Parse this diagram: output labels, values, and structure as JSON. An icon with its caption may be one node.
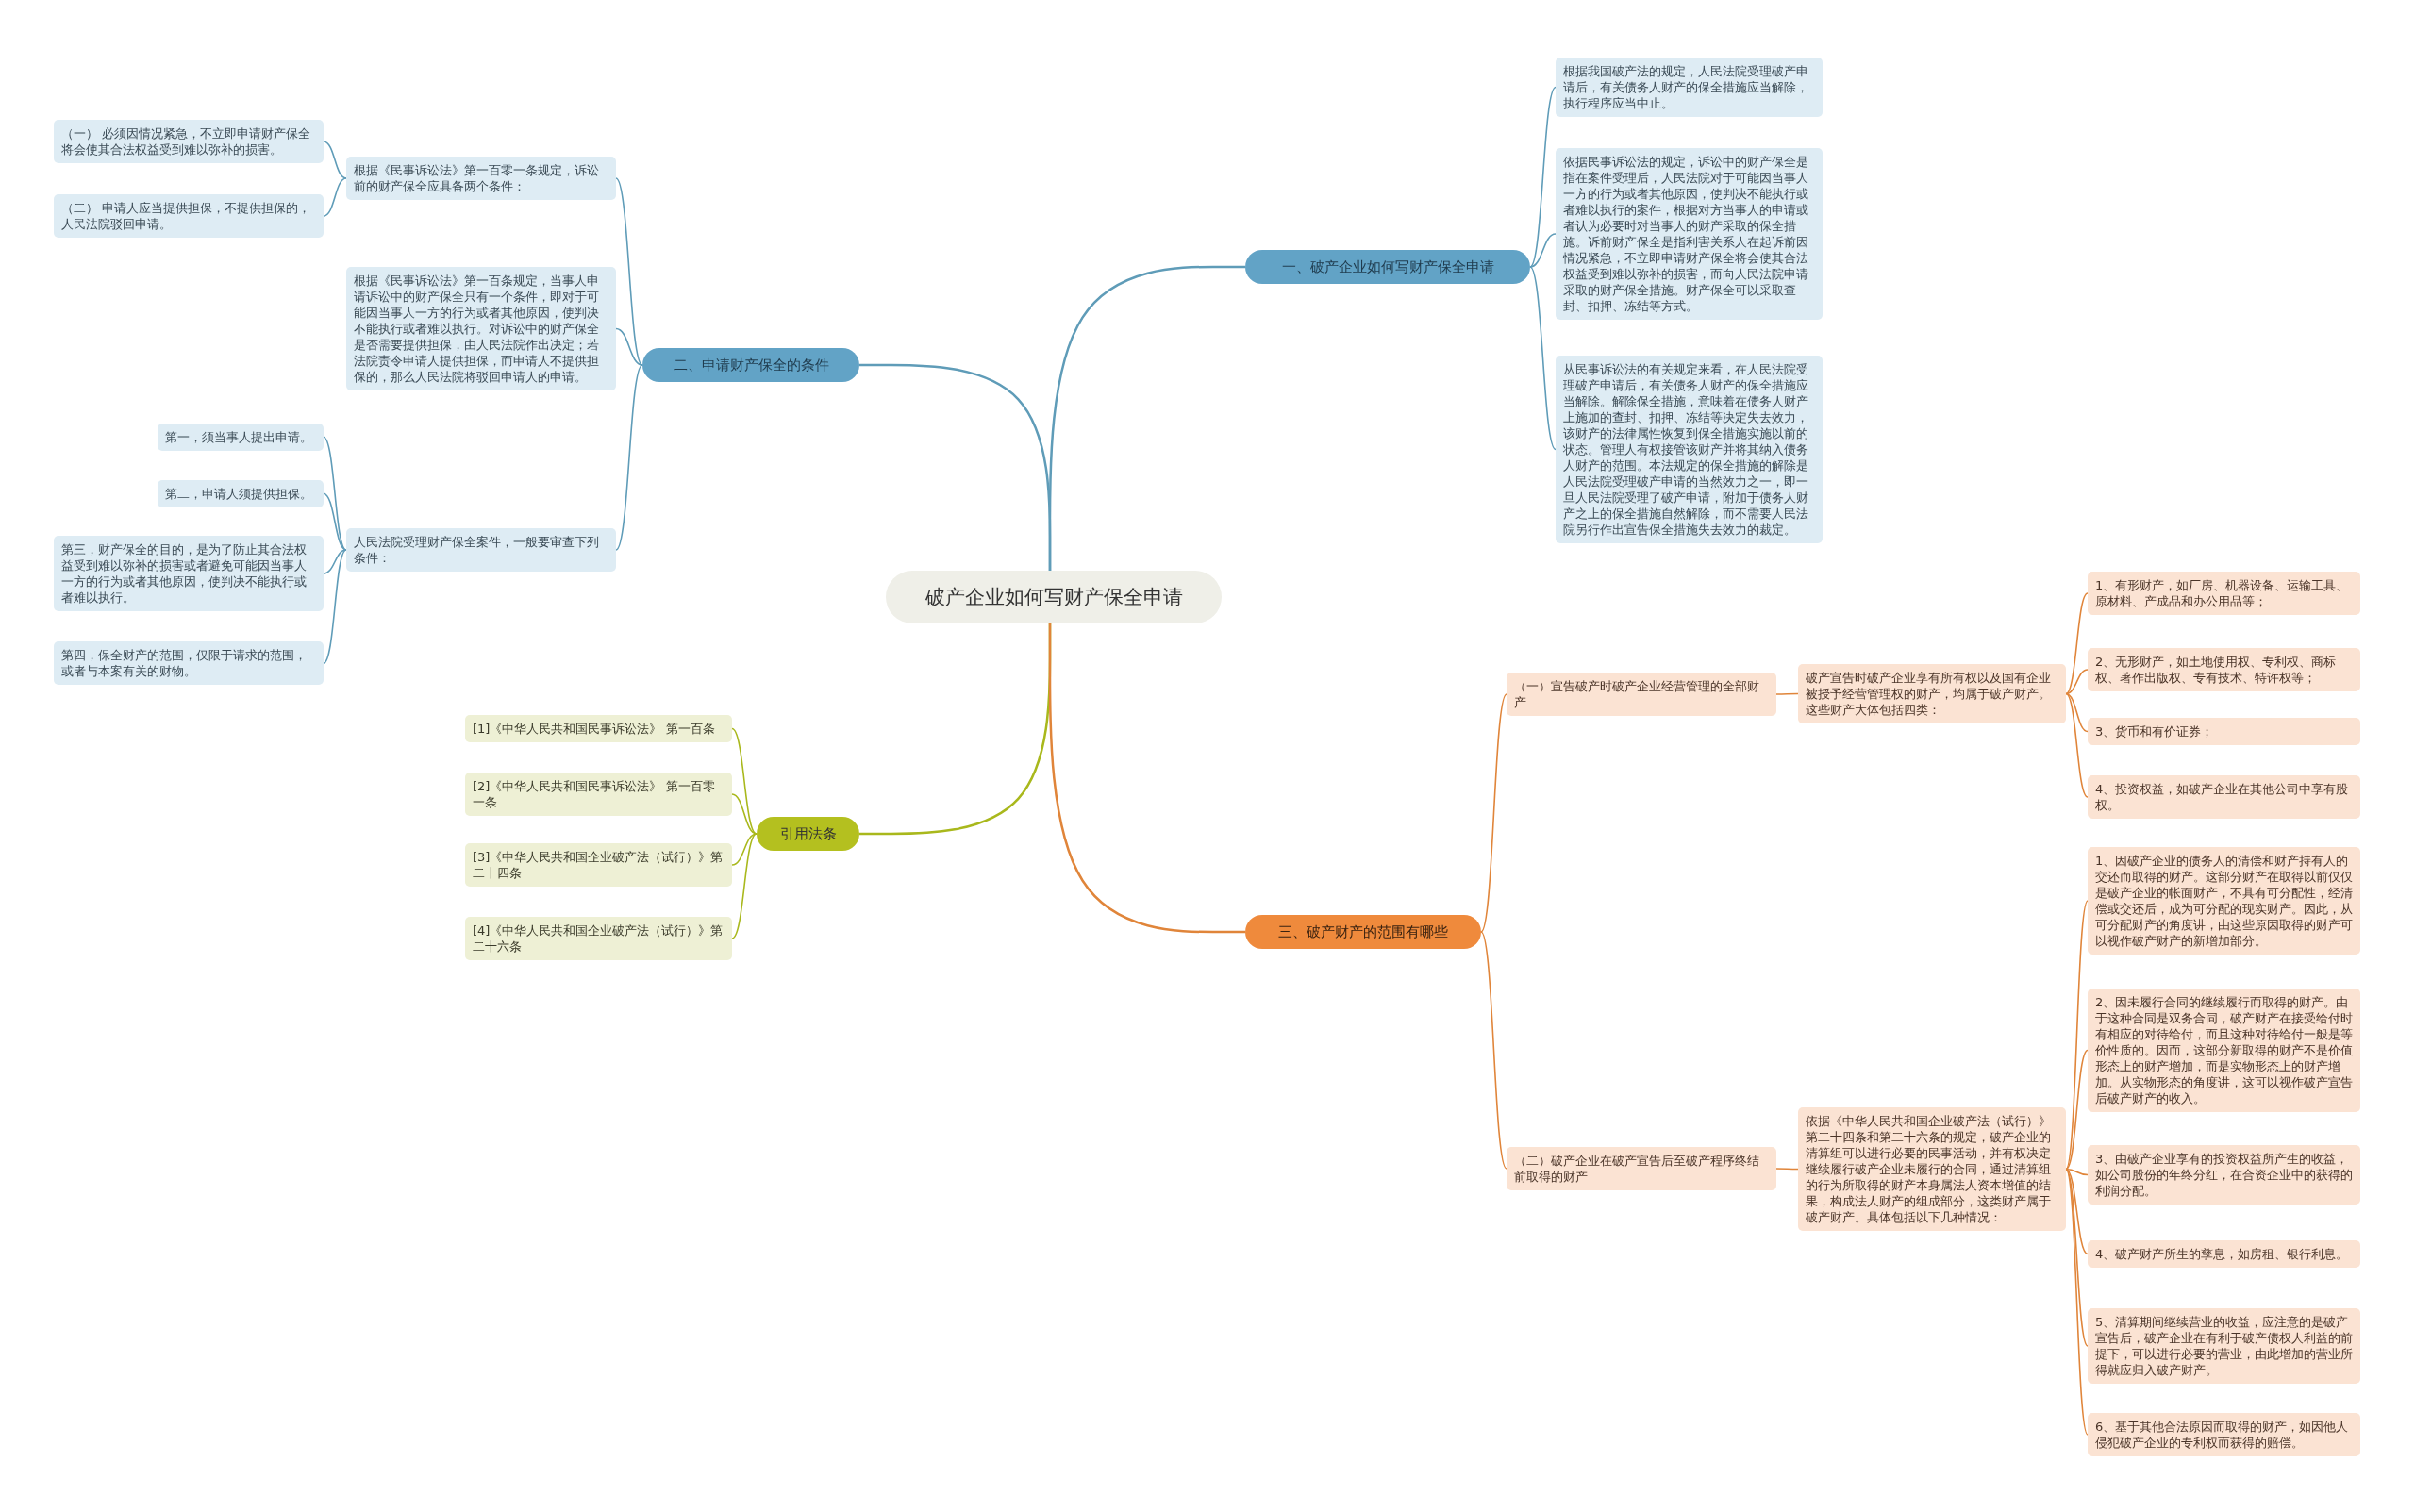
{
  "diagram": {
    "nodes": [
      {
        "text": [
          "破产企业如何写财产保全申请"
        ]
      },
      {
        "text": [
          "一、破产企业如何写财产保全申请"
        ]
      },
      {
        "text": [
          "根据我国破产法的规定，人民法院受理破产申请后，有关债务人财产的保全措施应当解除，执行程序应当中止。"
        ]
      },
      {
        "text": [
          "依据民事诉讼法的规定，诉讼中的财产保全是指在案件受理后，人民法院对于可能因当事人一方的行为或者其他原因，使判决不能执行或者难以执行的案件，根据对方当事人的申请或者认为必要时对当事人的财产采取的保全措施。诉前财产保全是指利害关系人在起诉前因情况紧急，不立即申请财产保全将会使其合法权益受到难以弥补的损害，而向人民法院申请采取的财产保全措施。财产保全可以采取查封、扣押、冻结等方式。"
        ]
      },
      {
        "text": [
          "从民事诉讼法的有关规定来看，在人民法院受理破产申请后，有关债务人财产的保全措施应当解除。解除保全措施，意味着在债务人财产上施加的查封、扣押、冻结等决定失去效力，该财产的法律属性恢复到保全措施实施以前的状态。管理人有权接管该财产并将其纳入债务人财产的范围。本法规定的保全措施的解除是人民法院受理破产申请的当然效力之一，即一旦人民法院受理了破产申请，附加于债务人财产之上的保全措施自然解除，而不需要人民法院另行作出宣告保全措施失去效力的裁定。"
        ]
      },
      {
        "text": [
          "二、申请财产保全的条件"
        ]
      },
      {
        "text": [
          "根据《民事诉讼法》第一百零一条规定，诉讼前的财产保全应具备两个条件："
        ]
      },
      {
        "text": [
          "（一） 必须因情况紧急，不立即申请财产保全将会使其合法权益受到难以弥补的损害。"
        ]
      },
      {
        "text": [
          "（二） 申请人应当提供担保，不提供担保的，人民法院驳回申请。"
        ]
      },
      {
        "text": [
          "根据《民事诉讼法》第一百条规定，当事人申请诉讼中的财产保全只有一个条件，即对于可能因当事人一方的行为或者其他原因，使判决不能执行或者难以执行。对诉讼中的财产保全是否需要提供担保，由人民法院作出决定；若法院责令申请人提供担保，而申请人不提供担保的，那么人民法院将驳回申请人的申请。"
        ]
      },
      {
        "text": [
          "人民法院受理财产保全案件，一般要审查下列条件："
        ]
      },
      {
        "text": [
          "第一，须当事人提出申请。"
        ]
      },
      {
        "text": [
          "第二，申请人须提供担保。"
        ]
      },
      {
        "text": [
          "第三，财产保全的目的，是为了防止其合法权益受到难以弥补的损害或者避免可能因当事人一方的行为或者其他原因，使判决不能执行或者难以执行。"
        ]
      },
      {
        "text": [
          "第四，保全财产的范围，仅限于请求的范围，或者与本案有关的财物。"
        ]
      },
      {
        "text": [
          "引用法条"
        ]
      },
      {
        "text": [
          "[1]《中华人民共和国民事诉讼法》 第一百条"
        ]
      },
      {
        "text": [
          "[2]《中华人民共和国民事诉讼法》 第一百零一条"
        ]
      },
      {
        "text": [
          "[3]《中华人民共和国企业破产法（试行）》第二十四条"
        ]
      },
      {
        "text": [
          "[4]《中华人民共和国企业破产法（试行）》第二十六条"
        ]
      },
      {
        "text": [
          "三、破产财产的范围有哪些"
        ]
      },
      {
        "text": [
          "（一）宣告破产时破产企业经营管理的全部财产"
        ]
      },
      {
        "text": [
          "破产宣告时破产企业享有所有权以及国有企业被授予经营管理权的财产，均属于破产财产。这些财产大体包括四类："
        ]
      },
      {
        "text": [
          "1、有形财产，如厂房、机器设备、运输工具、原材料、产成品和办公用品等；"
        ]
      },
      {
        "text": [
          "2、无形财产，如土地使用权、专利权、商标权、著作出版权、专有技术、特许权等；"
        ]
      },
      {
        "text": [
          "3、货币和有价证券；"
        ]
      },
      {
        "text": [
          "4、投资权益，如破产企业在其他公司中享有股权。"
        ]
      },
      {
        "text": [
          "（二）破产企业在破产宣告后至破产程序终结前取得的财产"
        ]
      },
      {
        "text": [
          "依据《中华人民共和国企业破产法（试行）》第二十四条和第二十六条的规定，破产企业的清算组可以进行必要的民事活动，并有权决定继续履行破产企业未履行的合同，通过清算组的行为所取得的财产本身属法人资本增值的结果，构成法人财产的组成部分，这类财产属于破产财产。具体包括以下几种情况："
        ]
      },
      {
        "text": [
          "1、因破产企业的债务人的清偿和财产持有人的交还而取得的财产。这部分财产在取得以前仅仅是破产企业的帐面财产，不具有可分配性，经清偿或交还后，成为可分配的现实财产。因此，从可分配财产的角度讲，由这些原因取得的财产可以视作破产财产的新增加部分。"
        ]
      },
      {
        "text": [
          "2、因未履行合同的继续履行而取得的财产。由于这种合同是双务合同，破产财产在接受给付时有相应的对待给付，而且这种对待给付一般是等价性质的。因而，这部分新取得的财产不是价值形态上的财产增加，而是实物形态上的财产增加。从实物形态的角度讲，这可以视作破产宣告后破产财产的收入。"
        ]
      },
      {
        "text": [
          "3、由破产企业享有的投资权益所产生的收益，如公司股份的年终分红，在合资企业中的获得的利润分配。"
        ]
      },
      {
        "text": [
          "4、破产财产所生的孳息，如房租、银行利息。"
        ]
      },
      {
        "text": [
          "5、清算期间继续营业的收益，应注意的是破产宣告后，破产企业在有利于破产债权人利益的前提下，可以进行必要的营业，由此增加的营业所得就应归入破产财产。"
        ]
      },
      {
        "text": [
          "6、基于其他合法原因而取得的财产，如因他人侵犯破产企业的专利权而获得的赔偿。"
        ]
      }
    ],
    "edges": [
      {
        "from": 0,
        "to": 1,
        "arrow": "none",
        "color": "#5f9cb8"
      },
      {
        "from": 1,
        "to": 2,
        "arrow": "none",
        "color": "#5f9cb8"
      },
      {
        "from": 1,
        "to": 3,
        "arrow": "none",
        "color": "#5f9cb8"
      },
      {
        "from": 1,
        "to": 4,
        "arrow": "none",
        "color": "#5f9cb8"
      },
      {
        "from": 0,
        "to": 5,
        "arrow": "none",
        "color": "#5f9cb8"
      },
      {
        "from": 5,
        "to": 6,
        "arrow": "none",
        "color": "#5f9cb8"
      },
      {
        "from": 6,
        "to": 7,
        "arrow": "none",
        "color": "#5f9cb8"
      },
      {
        "from": 6,
        "to": 8,
        "arrow": "none",
        "color": "#5f9cb8"
      },
      {
        "from": 5,
        "to": 9,
        "arrow": "none",
        "color": "#5f9cb8"
      },
      {
        "from": 5,
        "to": 10,
        "arrow": "none",
        "color": "#5f9cb8"
      },
      {
        "from": 10,
        "to": 11,
        "arrow": "none",
        "color": "#5f9cb8"
      },
      {
        "from": 10,
        "to": 12,
        "arrow": "none",
        "color": "#5f9cb8"
      },
      {
        "from": 10,
        "to": 13,
        "arrow": "none",
        "color": "#5f9cb8"
      },
      {
        "from": 10,
        "to": 14,
        "arrow": "none",
        "color": "#5f9cb8"
      },
      {
        "from": 0,
        "to": 15,
        "arrow": "none",
        "color": "#a9b81c"
      },
      {
        "from": 15,
        "to": 16,
        "arrow": "none",
        "color": "#a9b81c"
      },
      {
        "from": 15,
        "to": 17,
        "arrow": "none",
        "color": "#a9b81c"
      },
      {
        "from": 15,
        "to": 18,
        "arrow": "none",
        "color": "#a9b81c"
      },
      {
        "from": 15,
        "to": 19,
        "arrow": "none",
        "color": "#a9b81c"
      },
      {
        "from": 0,
        "to": 20,
        "arrow": "none"
      },
      {
        "from": 20,
        "to": 21,
        "arrow": "none"
      },
      {
        "from": 21,
        "to": 22,
        "arrow": "none"
      },
      {
        "from": 22,
        "to": 23,
        "arrow": "none"
      },
      {
        "from": 22,
        "to": 24,
        "arrow": "none"
      },
      {
        "from": 22,
        "to": 25,
        "arrow": "none"
      },
      {
        "from": 22,
        "to": 26,
        "arrow": "none"
      },
      {
        "from": 20,
        "to": 27,
        "arrow": "none"
      },
      {
        "from": 27,
        "to": 28,
        "arrow": "none"
      },
      {
        "from": 28,
        "to": 29,
        "arrow": "none"
      },
      {
        "from": 28,
        "to": 30,
        "arrow": "none"
      },
      {
        "from": 28,
        "to": 31,
        "arrow": "none"
      },
      {
        "from": 28,
        "to": 32,
        "arrow": "none"
      },
      {
        "from": 28,
        "to": 33,
        "arrow": "none"
      },
      {
        "from": 28,
        "to": 34,
        "arrow": "none"
      }
    ]
  }
}
